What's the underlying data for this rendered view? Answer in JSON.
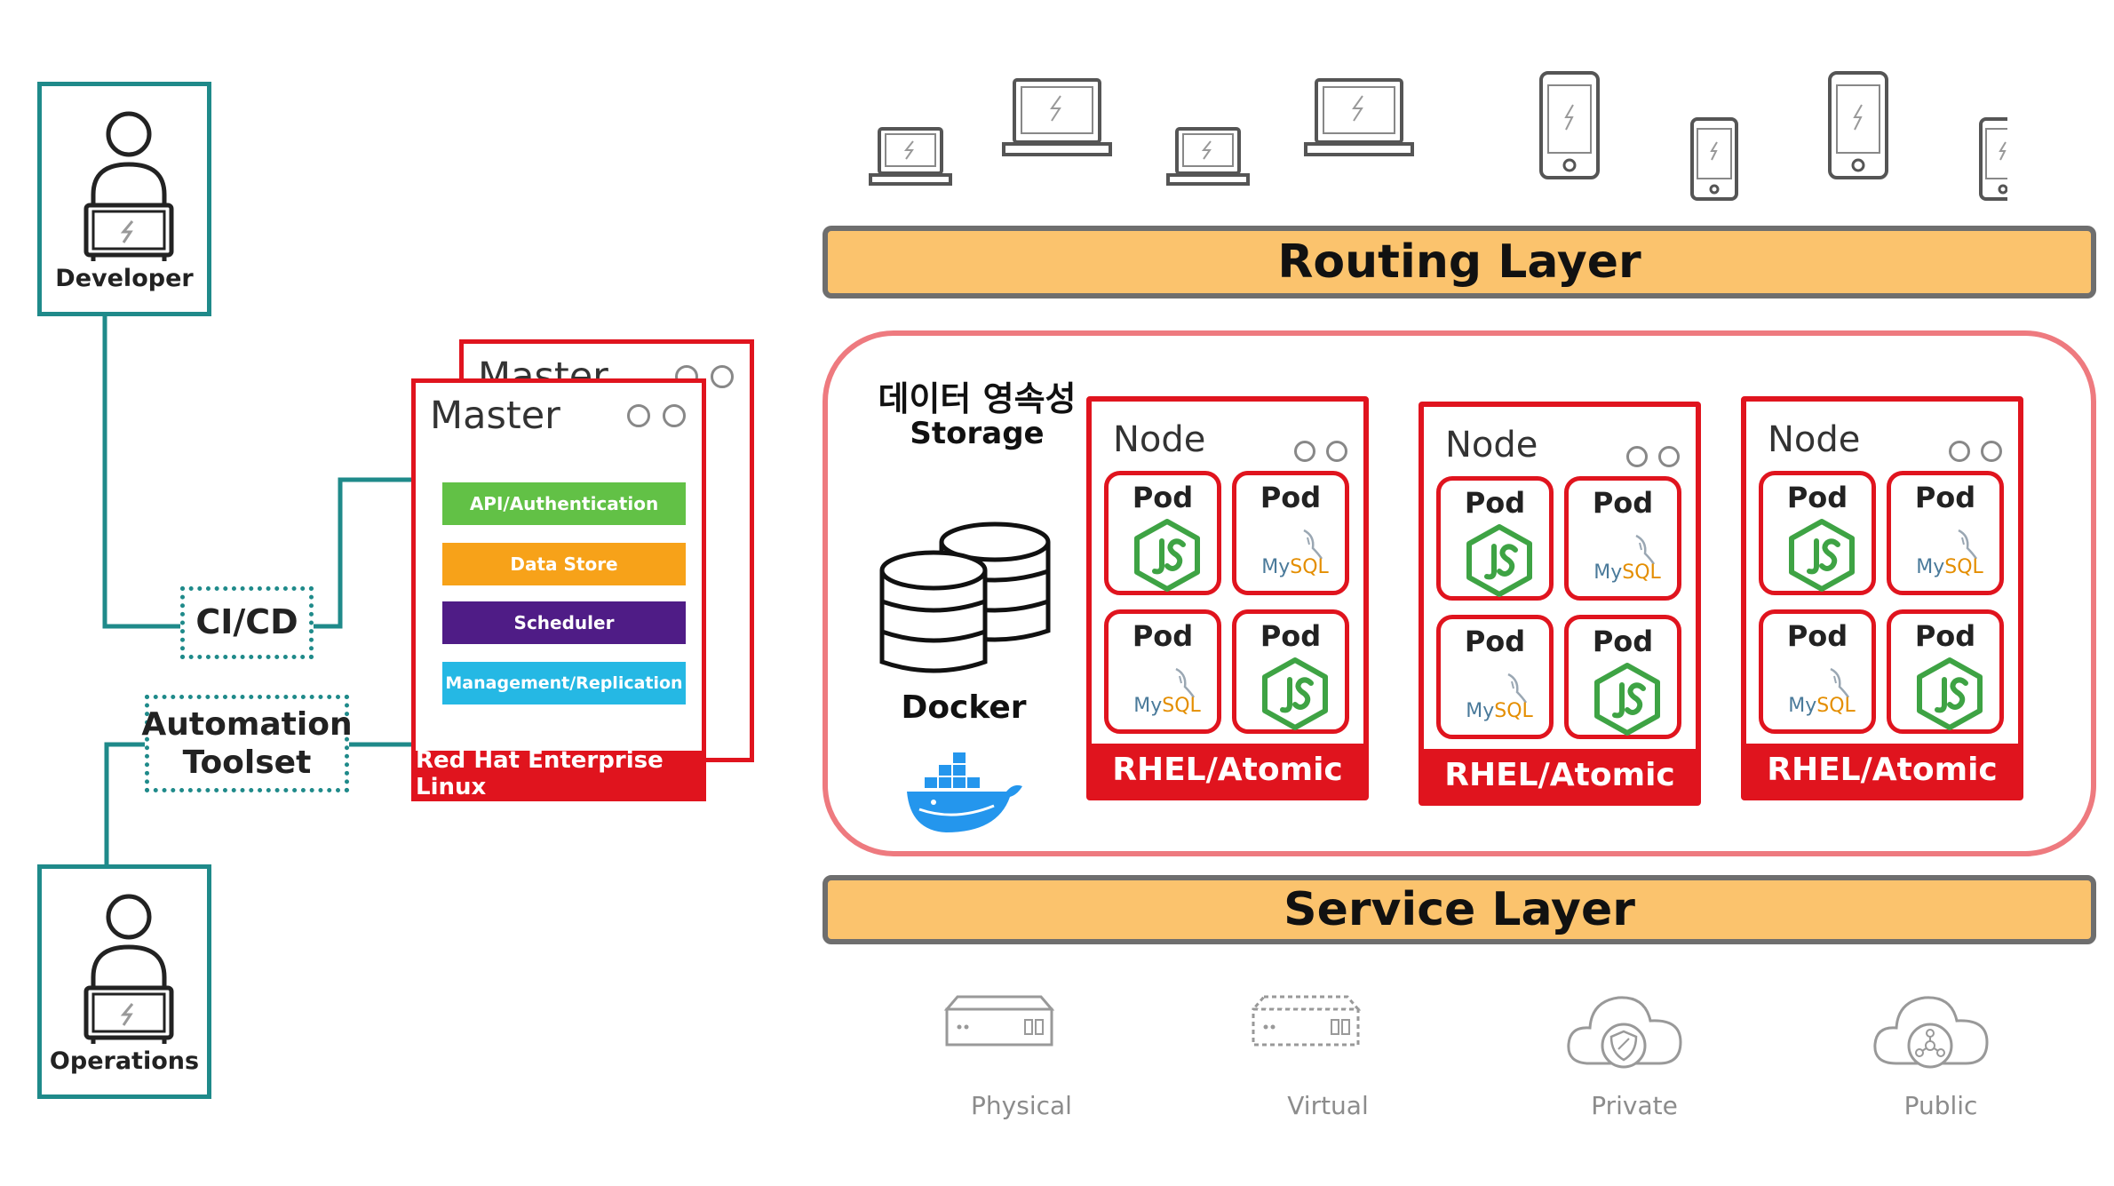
{
  "roles": {
    "developer": "Developer",
    "operations": "Operations"
  },
  "pipeline": {
    "cicd": "CI/CD",
    "automation_line1": "Automation",
    "automation_line2": "Toolset"
  },
  "master": {
    "title": "Master",
    "components": [
      {
        "label": "API/Authentication",
        "color": "#62c146"
      },
      {
        "label": "Data Store",
        "color": "#f7a219"
      },
      {
        "label": "Scheduler",
        "color": "#4f1c86"
      },
      {
        "label": "Management/Replication",
        "color": "#25b8e4"
      }
    ],
    "footer": "Red Hat Enterprise Linux"
  },
  "layers": {
    "routing": "Routing Layer",
    "service": "Service Layer"
  },
  "storage": {
    "korean": "데이터 영속성",
    "english": "Storage",
    "docker": "Docker"
  },
  "nodes": [
    {
      "title": "Node",
      "pods": [
        {
          "label": "Pod",
          "icon": "nodejs-icon"
        },
        {
          "label": "Pod",
          "icon": "mysql-icon"
        },
        {
          "label": "Pod",
          "icon": "mysql-icon"
        },
        {
          "label": "Pod",
          "icon": "nodejs-icon"
        }
      ],
      "footer": "RHEL/Atomic"
    },
    {
      "title": "Node",
      "pods": [
        {
          "label": "Pod",
          "icon": "nodejs-icon"
        },
        {
          "label": "Pod",
          "icon": "mysql-icon"
        },
        {
          "label": "Pod",
          "icon": "mysql-icon"
        },
        {
          "label": "Pod",
          "icon": "nodejs-icon"
        }
      ],
      "footer": "RHEL/Atomic"
    },
    {
      "title": "Node",
      "pods": [
        {
          "label": "Pod",
          "icon": "nodejs-icon"
        },
        {
          "label": "Pod",
          "icon": "mysql-icon"
        },
        {
          "label": "Pod",
          "icon": "mysql-icon"
        },
        {
          "label": "Pod",
          "icon": "nodejs-icon"
        }
      ],
      "footer": "RHEL/Atomic"
    }
  ],
  "mysql_text": "MySQL",
  "infrastructure": [
    {
      "label": "Physical",
      "icon": "server-icon"
    },
    {
      "label": "Virtual",
      "icon": "virtual-server-icon"
    },
    {
      "label": "Private",
      "icon": "private-cloud-icon"
    },
    {
      "label": "Public",
      "icon": "public-cloud-icon"
    }
  ],
  "colors": {
    "teal": "#1f8a8a",
    "red": "#e0141e",
    "layer_fill": "#fbc36d",
    "cluster_border": "#ee7a7f",
    "node_green": "#3ea344"
  }
}
